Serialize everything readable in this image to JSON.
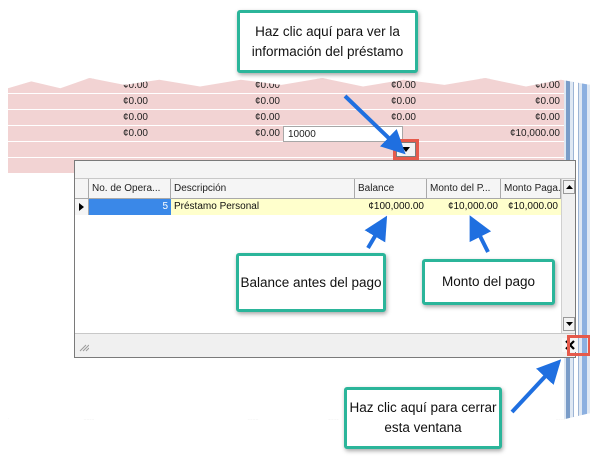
{
  "background_grid": {
    "rows": [
      {
        "c1": "¢0.00",
        "c2": "¢0.00",
        "c3": "¢0.00",
        "c4": "¢0.00"
      },
      {
        "c1": "¢0.00",
        "c2": "¢0.00",
        "c3": "¢0.00",
        "c4": "¢0.00"
      },
      {
        "c1": "¢0.00",
        "c2": "¢0.00",
        "c3": "¢0.00",
        "c4": "¢0.00"
      },
      {
        "c1": "¢0.00",
        "c2": "¢0.00",
        "c3": "10000",
        "c4": "¢10,000.00"
      }
    ]
  },
  "popup": {
    "headers": [
      "No. de Opera...",
      "Descripción",
      "Balance",
      "Monto del P...",
      "Monto Paga..."
    ],
    "row": {
      "number": "5",
      "description": "Préstamo Personal",
      "balance": "¢100,000.00",
      "monto_pago": "¢10,000.00",
      "monto_pagado": "¢10,000.00"
    }
  },
  "callouts": {
    "info": "Haz clic aquí para ver la información del préstamo",
    "balance": "Balance antes del pago",
    "monto": "Monto del pago",
    "close": "Haz clic aquí para cerrar esta ventana"
  },
  "colors": {
    "callout_border": "#2bb59a",
    "highlight": "#e65a4b",
    "arrow": "#1f6fe0",
    "selected_cell": "#3a88e8",
    "row_highlight": "#ffffcc",
    "background_row": "#f2d3d3"
  },
  "icons": [
    "dropdown-arrow-icon",
    "close-icon",
    "scroll-up-icon",
    "scroll-down-icon",
    "row-pointer-icon",
    "resize-grip-icon"
  ]
}
